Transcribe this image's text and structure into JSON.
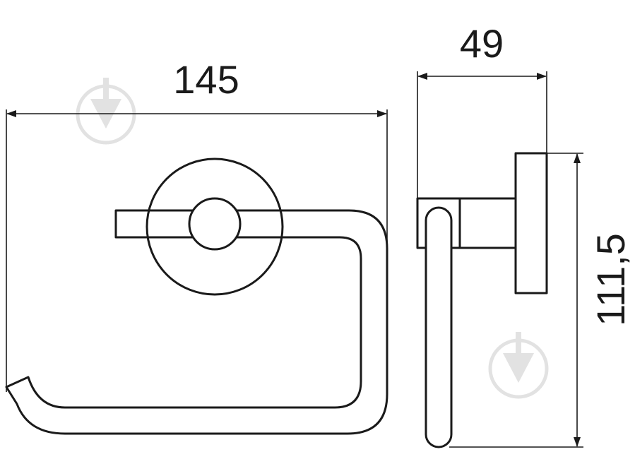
{
  "dimensions": {
    "width": "145",
    "depth": "49",
    "height": "111,5"
  },
  "colors": {
    "line": "#1a1a1a",
    "watermark": "#e2e2e2",
    "background": "#ffffff"
  },
  "icons": [
    "watermark-logo-icon"
  ]
}
